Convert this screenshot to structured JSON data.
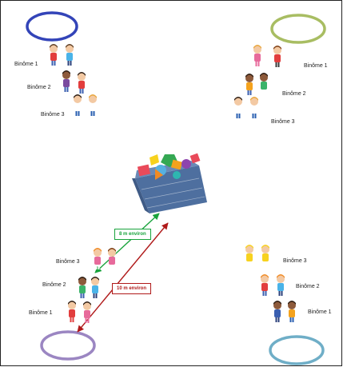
{
  "labels": {
    "pair_1": "Binôme 1",
    "pair_2": "Binôme 2",
    "pair_3": "Binôme 3"
  },
  "distances": {
    "green": "8 m environ",
    "red": "10 m environ"
  },
  "colors": {
    "hoop_top_left": "#3344b8",
    "hoop_top_right": "#a8bd62",
    "hoop_bottom_left": "#9b86c2",
    "hoop_bottom_right": "#6faec7",
    "arrow_green": "#19a33c",
    "arrow_red": "#b01a1a",
    "crate": "#4e6f9f"
  },
  "icons": {
    "hoop": "hoop-icon",
    "child": "child-icon",
    "crate": "toy-crate-icon"
  }
}
